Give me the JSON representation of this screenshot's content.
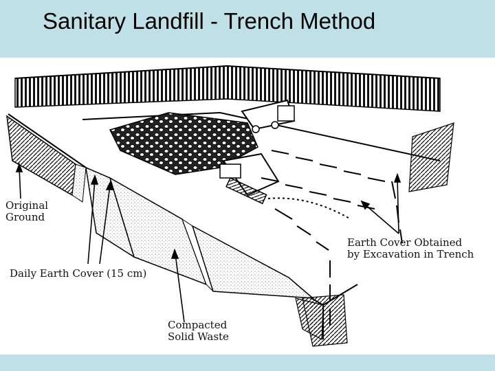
{
  "slide": {
    "title": "Sanitary Landfill - Trench Method",
    "background_color": "#bfe0e6"
  },
  "diagram": {
    "labels": {
      "original_ground_line1": "Original",
      "original_ground_line2": "Ground",
      "daily_cover": "Daily Earth Cover (15 cm)",
      "earth_cover_line1": "Earth Cover Obtained",
      "earth_cover_line2": "by Excavation in Trench",
      "compacted_line1": "Compacted",
      "compacted_line2": "Solid Waste"
    }
  }
}
